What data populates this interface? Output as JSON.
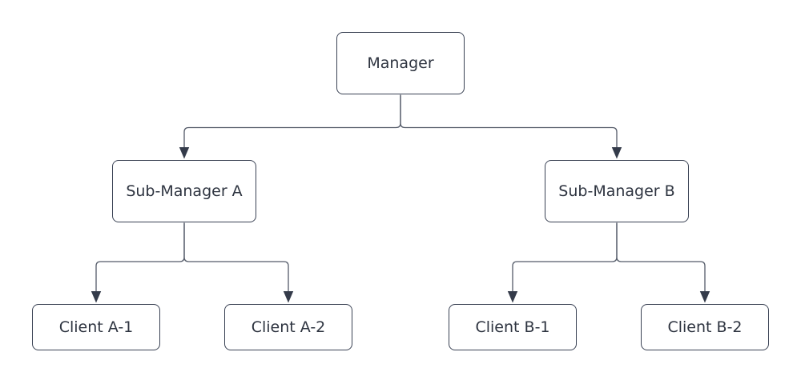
{
  "diagram": {
    "type": "org-chart-tree",
    "nodes": {
      "manager": {
        "label": "Manager"
      },
      "sub_manager_a": {
        "label": "Sub-Manager A"
      },
      "sub_manager_b": {
        "label": "Sub-Manager B"
      },
      "client_a1": {
        "label": "Client A-1"
      },
      "client_a2": {
        "label": "Client A-2"
      },
      "client_b1": {
        "label": "Client B-1"
      },
      "client_b2": {
        "label": "Client B-2"
      }
    },
    "edges": [
      {
        "from": "Manager",
        "to": "Sub-Manager A",
        "arrow": "filled-triangle-down"
      },
      {
        "from": "Manager",
        "to": "Sub-Manager B",
        "arrow": "filled-triangle-down"
      },
      {
        "from": "Sub-Manager A",
        "to": "Client A-1",
        "arrow": "filled-triangle-down"
      },
      {
        "from": "Sub-Manager A",
        "to": "Client A-2",
        "arrow": "filled-triangle-down"
      },
      {
        "from": "Sub-Manager B",
        "to": "Client B-1",
        "arrow": "filled-triangle-down"
      },
      {
        "from": "Sub-Manager B",
        "to": "Client B-2",
        "arrow": "filled-triangle-down"
      }
    ],
    "colors": {
      "background": "#ffffff",
      "node_fill": "#ffffff",
      "node_border": "#3a4254",
      "text": "#2e3440",
      "connector": "#545b69",
      "arrowhead": "#343b4a"
    }
  }
}
